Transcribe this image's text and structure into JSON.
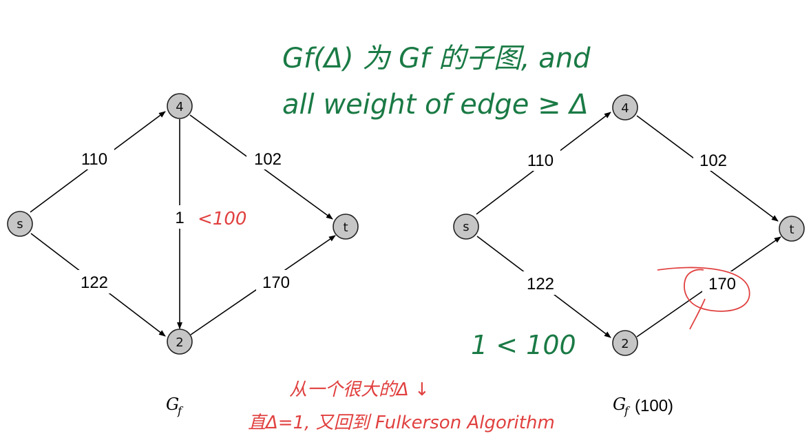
{
  "graph_left": {
    "nodes": [
      {
        "id": "s",
        "label": "s"
      },
      {
        "id": "4",
        "label": "4"
      },
      {
        "id": "2",
        "label": "2"
      },
      {
        "id": "t",
        "label": "t"
      }
    ],
    "edges": [
      {
        "from": "s",
        "to": "4",
        "label": "110"
      },
      {
        "from": "4",
        "to": "t",
        "label": "102"
      },
      {
        "from": "4",
        "to": "2",
        "label": "1"
      },
      {
        "from": "s",
        "to": "2",
        "label": "122"
      },
      {
        "from": "2",
        "to": "t",
        "label": "170"
      }
    ],
    "caption_main": "G",
    "caption_sub": "f"
  },
  "graph_right": {
    "nodes": [
      {
        "id": "s",
        "label": "s"
      },
      {
        "id": "4",
        "label": "4"
      },
      {
        "id": "2",
        "label": "2"
      },
      {
        "id": "t",
        "label": "t"
      }
    ],
    "edges": [
      {
        "from": "s",
        "to": "4",
        "label": "110"
      },
      {
        "from": "4",
        "to": "t",
        "label": "102"
      },
      {
        "from": "s",
        "to": "2",
        "label": "122"
      },
      {
        "from": "2",
        "to": "t",
        "label": "170"
      }
    ],
    "caption_main": "G",
    "caption_sub": "f",
    "caption_arg": "(100)"
  },
  "annotations": {
    "green_line1": "Gf(Δ) 为 Gf 的子图, and",
    "green_line2": "all weight of edge ≥ Δ",
    "green_note": "1 < 100",
    "red_note_edge": "<100",
    "red_line1": "从一个很大的Δ ↓",
    "red_line2": "直Δ=1, 又回到 Fulkerson Algorithm"
  },
  "colors": {
    "node_fill": "#c6c6c6",
    "handwriting_green": "#1a7a45",
    "handwriting_red": "#e0403f"
  }
}
